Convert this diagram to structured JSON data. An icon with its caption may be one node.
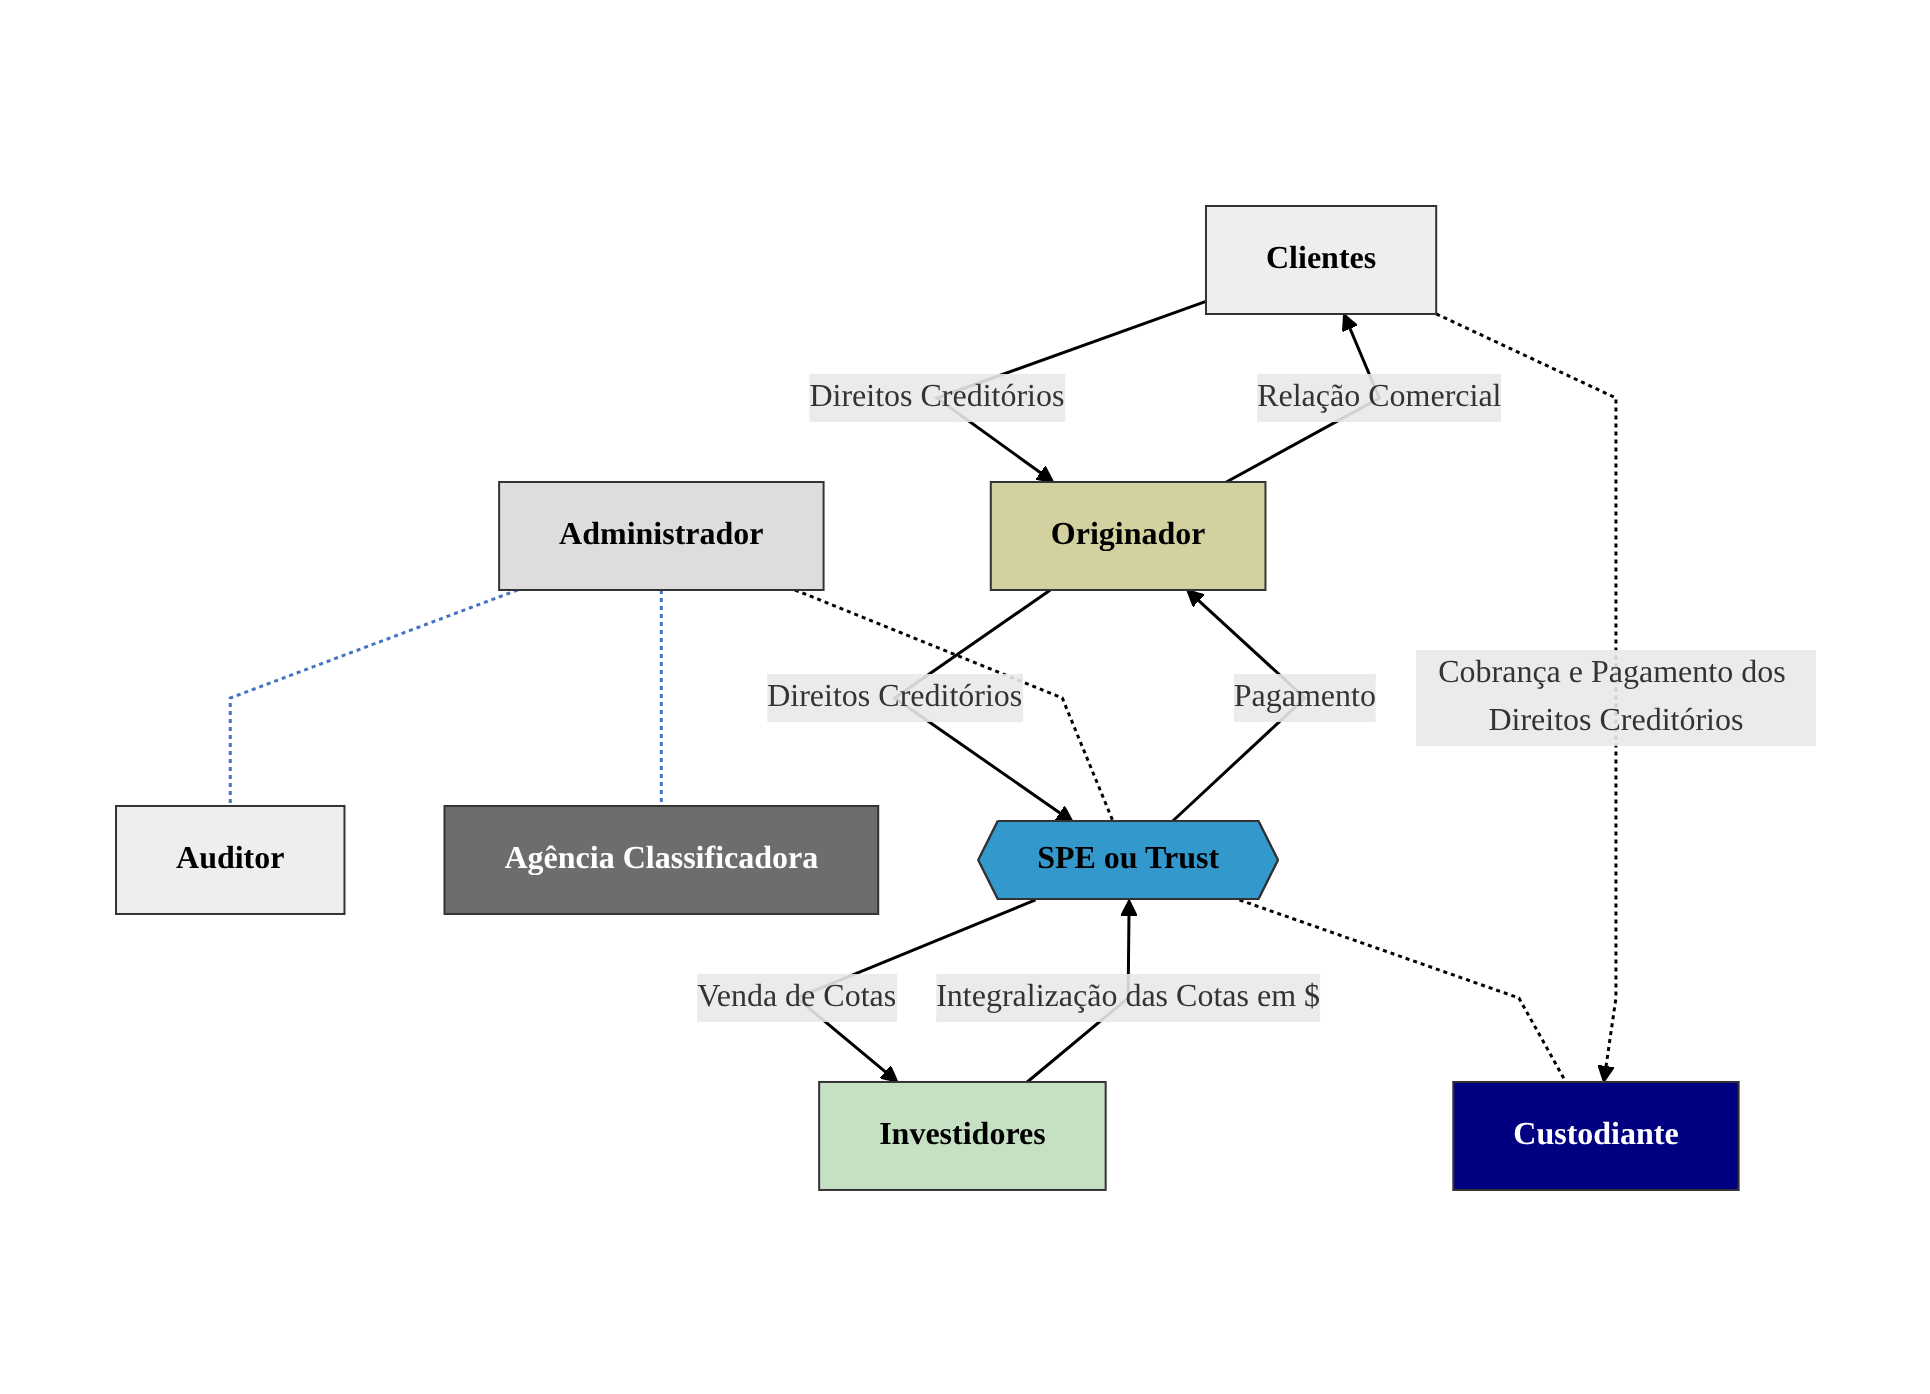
{
  "diagram": {
    "nodes": [
      {
        "text": [
          "Clientes"
        ]
      },
      {
        "text": [
          "Administrador"
        ]
      },
      {
        "text": [
          "Auditor"
        ]
      },
      {
        "text": [
          "Agência Classificadora"
        ]
      },
      {
        "text": [
          "Originador"
        ]
      },
      {
        "text": [
          "SPE ou Trust"
        ]
      },
      {
        "text": [
          "Investidores"
        ]
      },
      {
        "text": [
          "Custodiante"
        ]
      }
    ],
    "edges": [
      {
        "from": 4,
        "to": 0,
        "arrow": "to",
        "label": "Relação Comercial"
      },
      {
        "from": 0,
        "to": 4,
        "arrow": "to",
        "label": "Direitos Creditórios"
      },
      {
        "from": 4,
        "to": 5,
        "arrow": "to",
        "label": "Direitos Creditórios"
      },
      {
        "from": 5,
        "to": 4,
        "arrow": "to",
        "label": "Pagamento"
      },
      {
        "from": 5,
        "to": 6,
        "arrow": "to",
        "label": "Venda de Cotas"
      },
      {
        "from": 6,
        "to": 5,
        "arrow": "to",
        "label": "Integralização das Cotas em $"
      },
      {
        "from": 1,
        "to": 2,
        "arrow": "none",
        "style": "dashed",
        "color": "#4472c4"
      },
      {
        "from": 1,
        "to": 3,
        "arrow": "none",
        "style": "dashed",
        "color": "#4472c4"
      },
      {
        "from": 1,
        "to": 5,
        "arrow": "none",
        "style": "dashed"
      },
      {
        "from": 5,
        "to": 7,
        "arrow": "none",
        "style": "dashed"
      },
      {
        "from": 0,
        "to": 7,
        "arrow": "to",
        "style": "dashed",
        "label": "Cobrança e Pagamento dos Direitos Creditórios"
      }
    ]
  }
}
